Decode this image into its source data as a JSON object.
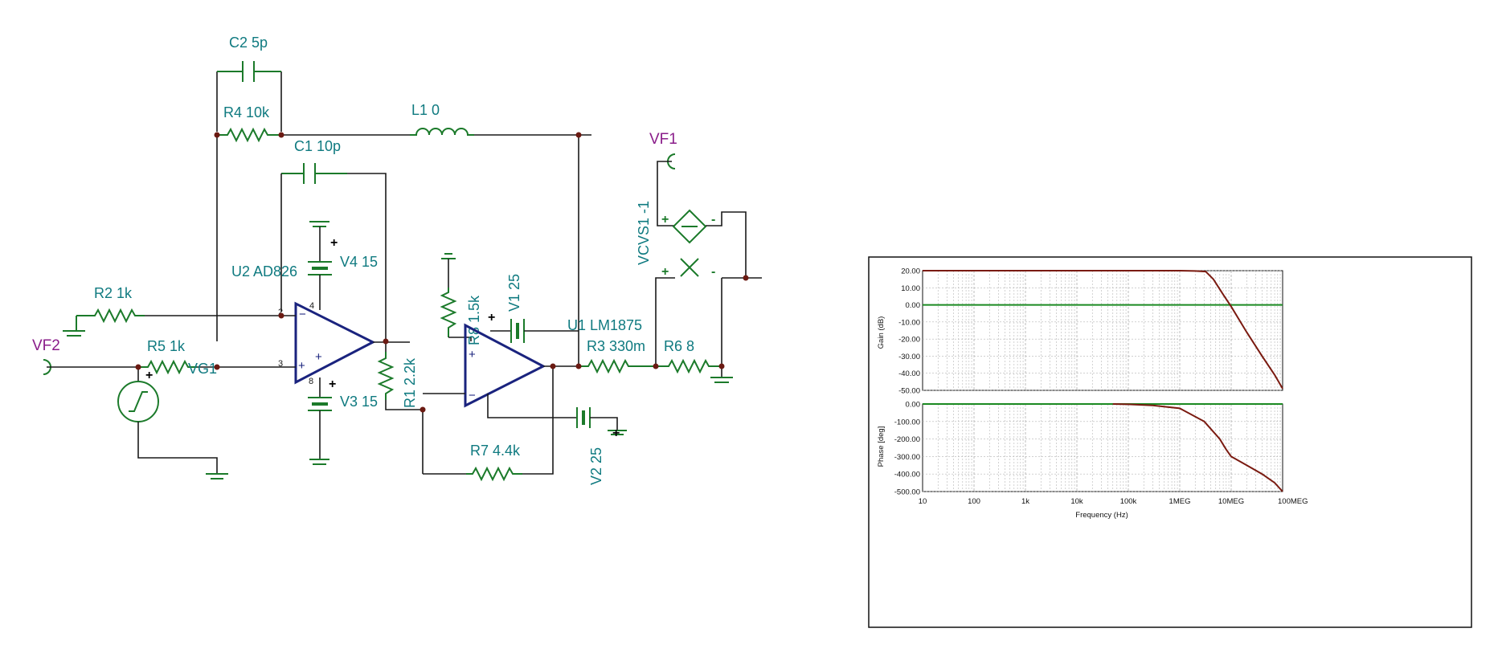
{
  "schematic": {
    "labels": {
      "c2": "C2 5p",
      "r4": "R4 10k",
      "l1": "L1 0",
      "c1": "C1 10p",
      "vf1": "VF1",
      "vcvs1": "VCVS1 -1",
      "u2": "U2 AD826",
      "v4": "V4 15",
      "r2": "R2 1k",
      "vf2": "VF2",
      "r5": "R5 1k",
      "vg1": "VG1",
      "v3": "V3 15",
      "r1": "R1 2.2k",
      "r8": "R8 1.5k",
      "v1": "V1 25",
      "u1": "U1 LM1875",
      "r3": "R3 330m",
      "r6": "R6 8",
      "r7": "R7 4.4k",
      "v2": "V2 25"
    },
    "pins": {
      "u2_inv": "2",
      "u2_noninv": "3",
      "u2_vplus": "4",
      "u2_vminus": "8"
    }
  },
  "chart_data": {
    "type": "line",
    "xlabel": "Frequency (Hz)",
    "xscale": "log",
    "xlim": [
      10,
      100000000
    ],
    "x_ticks": [
      "10",
      "100",
      "1k",
      "10k",
      "100k",
      "1MEG",
      "10MEG",
      "100MEG"
    ],
    "grid": true,
    "panels": [
      {
        "ylabel": "Gain (dB)",
        "ylim": [
          -50,
          20
        ],
        "y_ticks": [
          "20.00",
          "10.00",
          "0.00",
          "-10.00",
          "-20.00",
          "-30.00",
          "-40.00",
          "-50.00"
        ],
        "reference_line": 0,
        "series": [
          {
            "color": "#7a1a10",
            "x": [
              10,
              100,
              1000,
              10000,
              100000,
              1000000,
              2000000,
              3200000,
              4500000,
              7000000,
              10000000,
              20000000,
              40000000,
              70000000,
              100000000
            ],
            "y": [
              20,
              20,
              20,
              20,
              20,
              20,
              19.8,
              19.5,
              15,
              6,
              -1,
              -16,
              -30,
              -41,
              -49
            ]
          }
        ]
      },
      {
        "ylabel": "Phase [deg]",
        "ylim": [
          -500,
          0
        ],
        "y_ticks": [
          "0.00",
          "-100.00",
          "-200.00",
          "-300.00",
          "-400.00",
          "-500.00"
        ],
        "reference_line": 0,
        "series": [
          {
            "color": "#7a1a10",
            "x": [
              50000,
              100000,
              300000,
              1000000,
              3000000,
              6000000,
              8000000,
              10000000,
              20000000,
              40000000,
              70000000,
              100000000
            ],
            "y": [
              0,
              -2,
              -8,
              -25,
              -100,
              -200,
              -260,
              -300,
              -350,
              -400,
              -450,
              -500
            ]
          }
        ]
      }
    ]
  }
}
